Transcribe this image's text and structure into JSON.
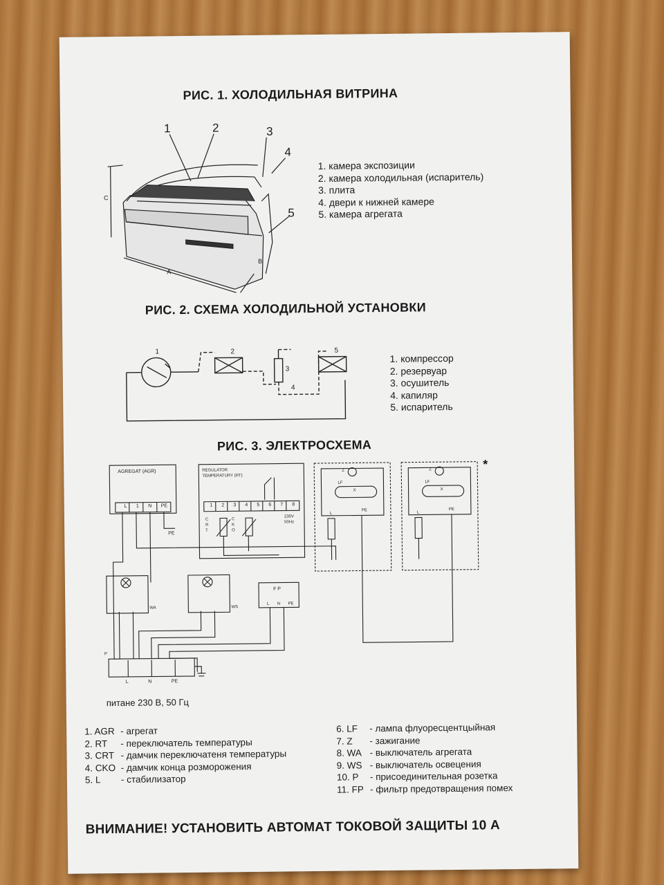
{
  "fig1": {
    "title": "РИС. 1. ХОЛОДИЛЬНАЯ ВИТРИНА",
    "callouts": [
      "1",
      "2",
      "3",
      "4",
      "5"
    ],
    "dims": {
      "a": "A",
      "b": "B",
      "c": "C"
    },
    "legend": [
      "1. камера экспозиции",
      "2. камера холодильная (испаритель)",
      "3. плита",
      "4. двери к нижней камере",
      "5. камера агрегата"
    ]
  },
  "fig2": {
    "title": "РИС. 2. СХЕМА ХОЛОДИЛЬНОЙ УСТАНОВКИ",
    "callouts": [
      "1",
      "2",
      "3",
      "4",
      "5"
    ],
    "legend": [
      "1. компрессор",
      "2. резервуар",
      "3. осушитель",
      "4. капиляр",
      "5. испаритель"
    ]
  },
  "fig3": {
    "title": "РИС. 3. ЭЛЕКТРОСХЕМА",
    "agr_label": "AGREGAT (AGR)",
    "agr_terminals": [
      "L",
      "1",
      "N",
      "PE"
    ],
    "pe_label": "PE",
    "rt_label_1": "REGULATOR",
    "rt_label_2": "TEMPERATURY (RT)",
    "rt_terminals": [
      "1",
      "2",
      "3",
      "4",
      "5",
      "6",
      "7",
      "8"
    ],
    "crt_letters": "C R T",
    "cko_letters": "C K O",
    "voltage_1": "230V",
    "voltage_2": "50Hz",
    "lamp_z": "Z",
    "lamp_lf": "LF",
    "lamp_x": "X",
    "lamp_l": "L",
    "lamp_pe": "PE",
    "asterisk": "*",
    "wa_label": "WA",
    "ws_label": "WS",
    "fp_label": "F P",
    "fp_terminals": [
      "L",
      "N",
      "PE"
    ],
    "p_label": "P",
    "bottom_terminals": [
      "L",
      "N",
      "PE"
    ],
    "supply": "питане 230 В, 50 Гц"
  },
  "legend_left": [
    {
      "num": "1. AGR",
      "desc": "- агрегат"
    },
    {
      "num": "2. RT",
      "desc": "- переключатель температуры"
    },
    {
      "num": "3. CRT",
      "desc": "- дамчик переключатеня температуры"
    },
    {
      "num": "4. CKO",
      "desc": "- дамчик конца розморожения"
    },
    {
      "num": "5. L",
      "desc": "- стабилизатор"
    }
  ],
  "legend_right": [
    {
      "num": "6.  LF",
      "desc": "- лампа флуоресцентцыйная"
    },
    {
      "num": "7.  Z",
      "desc": "- зажигание"
    },
    {
      "num": "8.  WA",
      "desc": "- выключатель агрегата"
    },
    {
      "num": "9.  WS",
      "desc": "- выключатель освецения"
    },
    {
      "num": "10.  P",
      "desc": "- присоединительная розетка"
    },
    {
      "num": "11.  FP",
      "desc": "- фильтр предотвращения помех"
    }
  ],
  "warning": "ВНИМАНИЕ! УСТАНОВИТЬ АВТОМАТ ТОКОВОЙ ЗАЩИТЫ 10 А"
}
